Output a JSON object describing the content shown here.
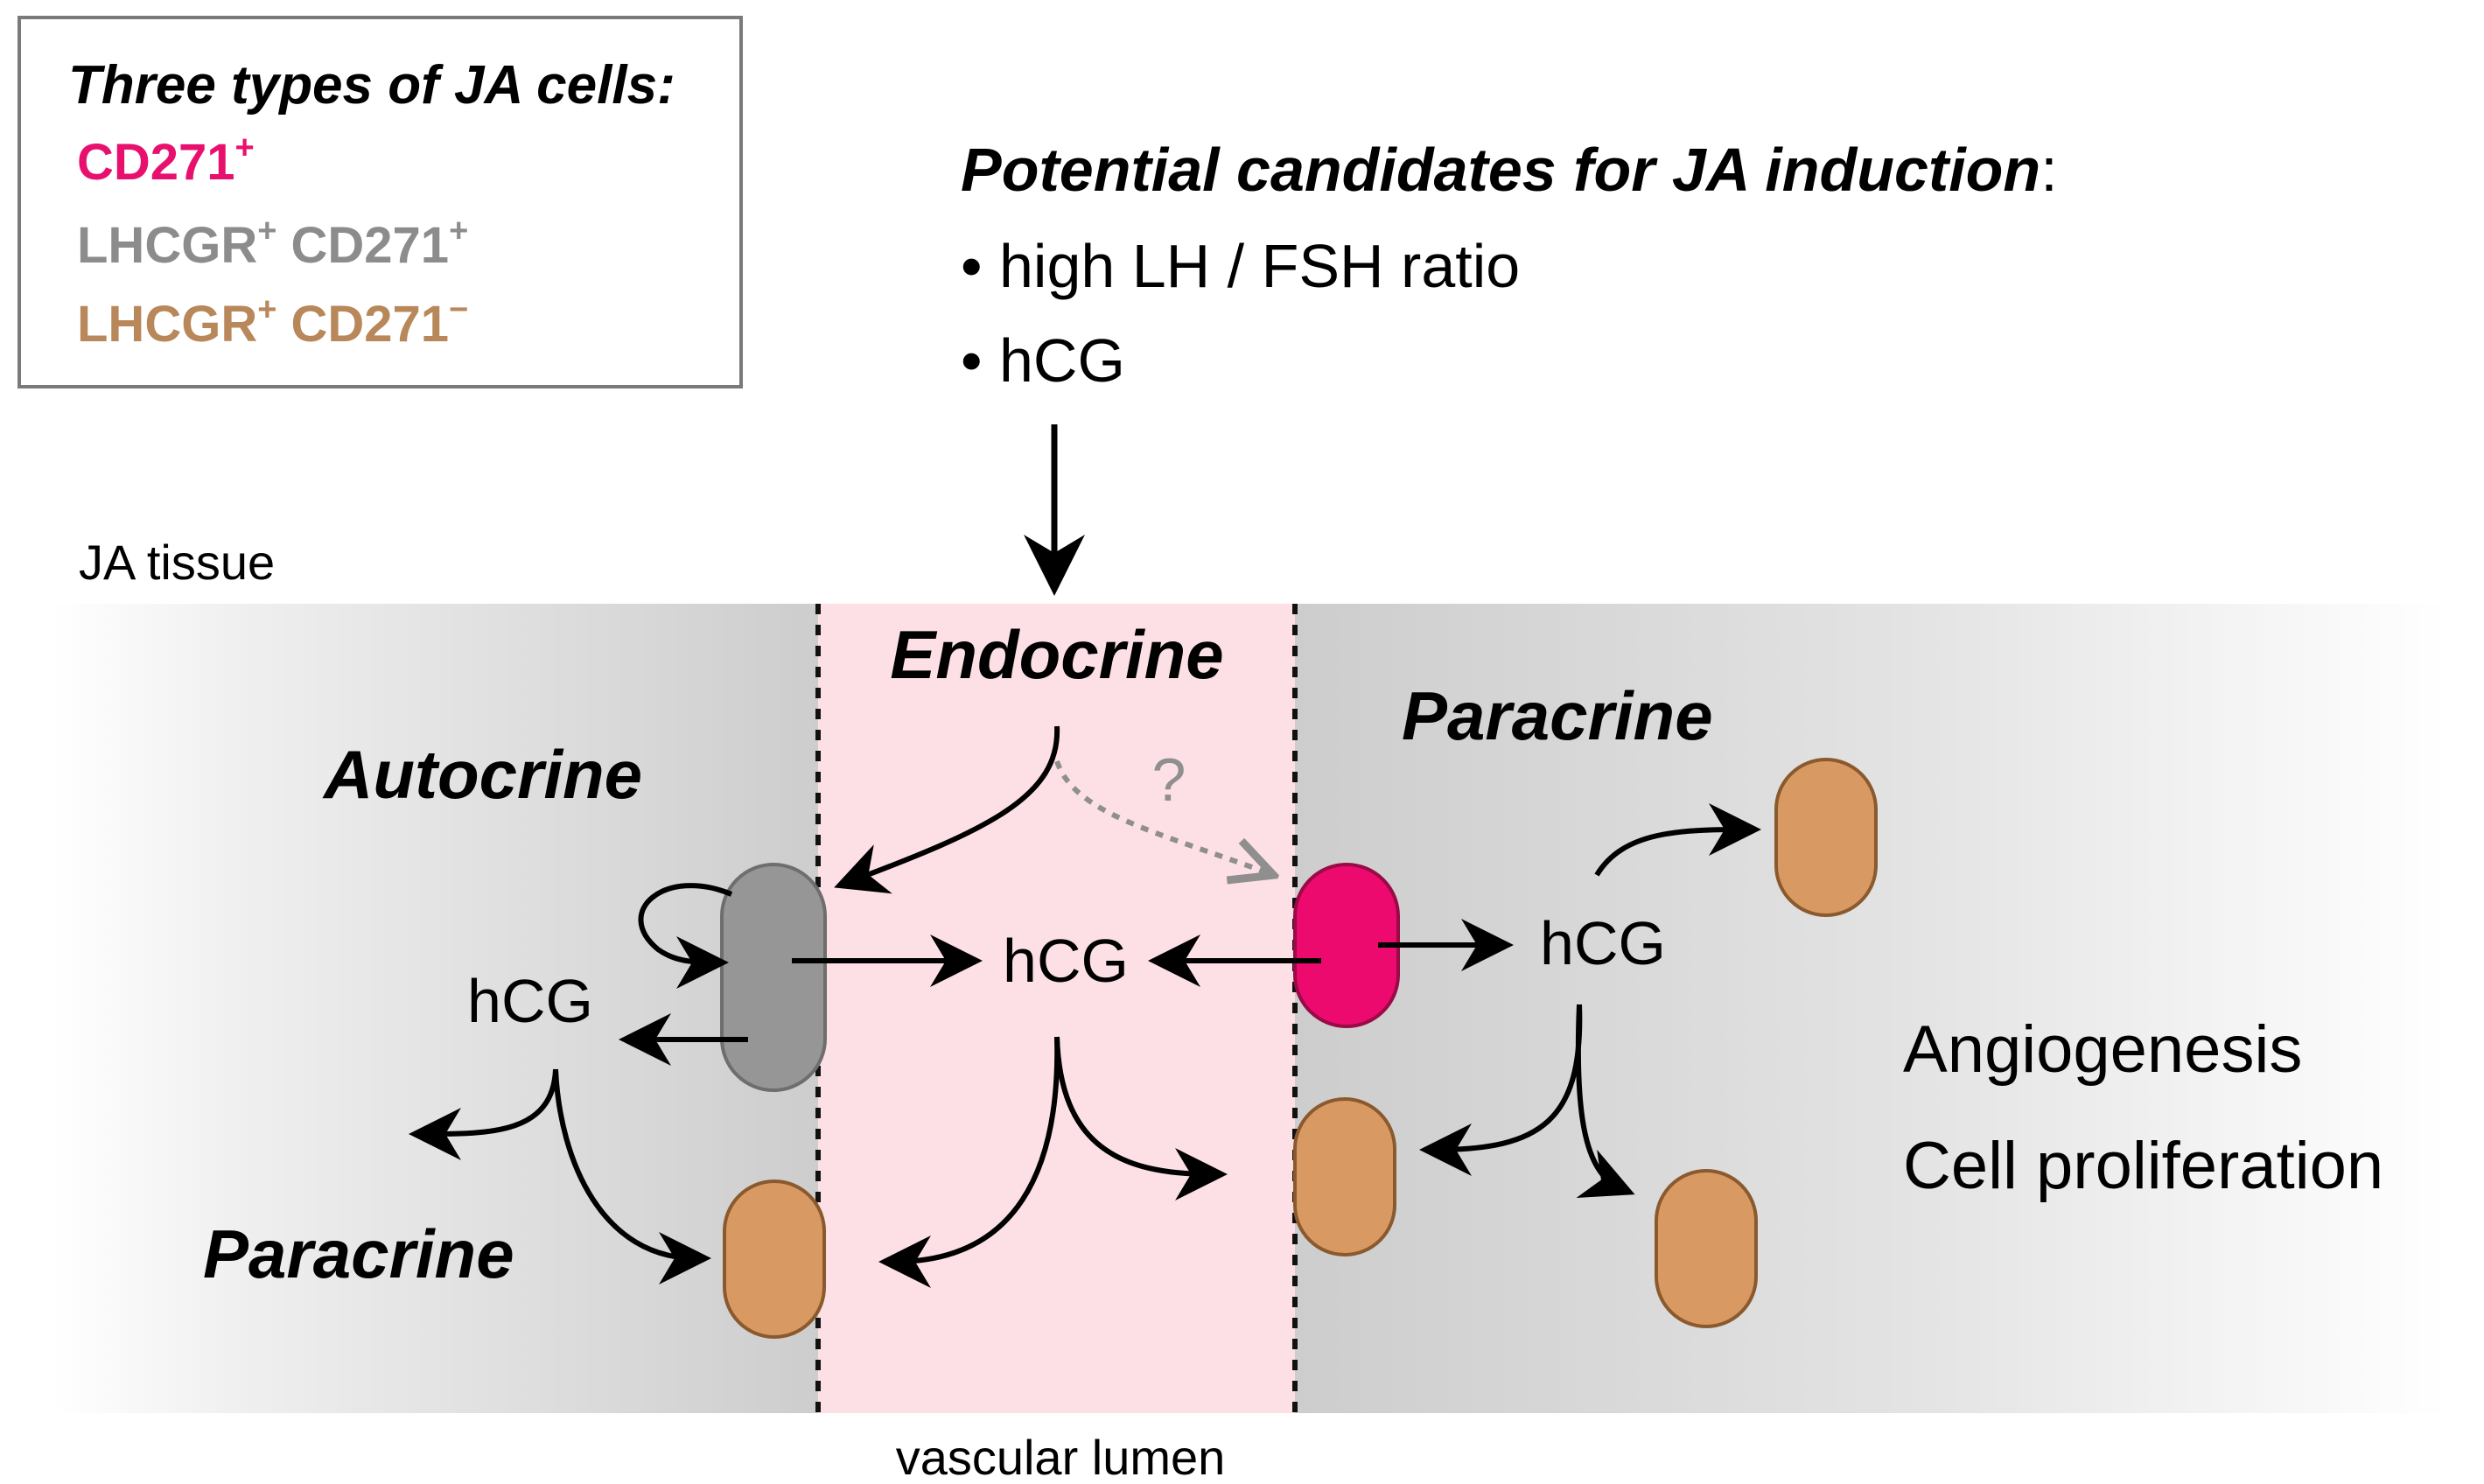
{
  "legend": {
    "title": "Three types of JA cells:",
    "items": [
      {
        "base": "CD271",
        "sup": "+",
        "color": "#e8106e"
      },
      {
        "base1": "LHCGR",
        "sup1": "+",
        "base2": " CD271",
        "sup2": "+",
        "color": "#8c8c8c"
      },
      {
        "base1": "LHCGR",
        "sup1": "+",
        "base2": " CD271",
        "sup2": "−",
        "color": "#b8875a"
      }
    ]
  },
  "candidates": {
    "title": "Potential candidates for JA induction",
    "colon": ":",
    "bullets": [
      "• high LH / FSH ratio",
      "• hCG"
    ]
  },
  "labels": {
    "ja_tissue": "JA tissue",
    "vascular_lumen": "vascular lumen",
    "endocrine": "Endocrine",
    "autocrine": "Autocrine",
    "paracrine_right": "Paracrine",
    "paracrine_left": "Paracrine",
    "question": "?",
    "hcg_left": "hCG",
    "hcg_center": "hCG",
    "hcg_right": "hCG",
    "effect_1": "Angiogenesis",
    "effect_2": "Cell proliferation"
  },
  "colors": {
    "cd271_cell": "#ec0a6e",
    "lhcgr_cd271_cell": "#969696",
    "lhcgr_cell": "#d89a62",
    "lumen": "#fde0e5",
    "tissue": "#d4d4d4"
  }
}
